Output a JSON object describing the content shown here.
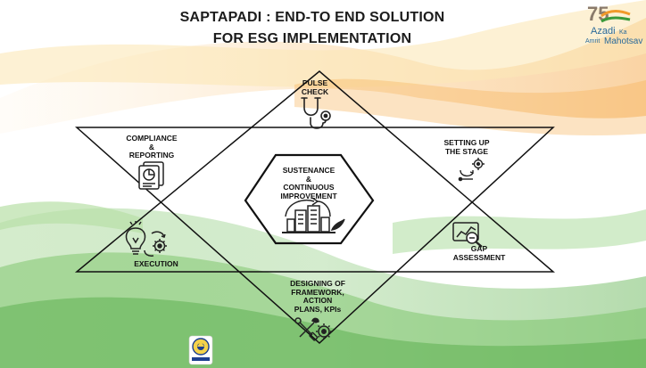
{
  "title": {
    "line1": "SAPTAPADI : END-TO END SOLUTION",
    "line2": "FOR ESG IMPLEMENTATION"
  },
  "logo": {
    "number": "75",
    "line1": "Azadi",
    "ka": "Ka",
    "line2a": "Amrit",
    "line2b": "Mahotsav"
  },
  "nodes": {
    "pulse_check": [
      "PULSE",
      "CHECK"
    ],
    "compliance": [
      "COMPLIANCE",
      "&",
      "REPORTING"
    ],
    "setting_up": [
      "SETTING UP",
      "THE STAGE"
    ],
    "center": [
      "SUSTENANCE",
      "&",
      "CONTINUOUS",
      "IMPROVEMENT"
    ],
    "execution": "EXECUTION",
    "gap": [
      "GAP",
      "ASSESSMENT"
    ],
    "designing": [
      "DESIGNING OF",
      "FRAMEWORK,",
      "ACTION",
      "PLANS, KPIs"
    ]
  },
  "icons": {
    "pulse_check": "stethoscope-icon",
    "compliance": "report-document-icon",
    "setting_up": "gear-arrows-icon",
    "center": "sustainable-building-icon",
    "execution": "lightbulb-gears-icon",
    "gap": "magnifier-analysis-icon",
    "designing": "tools-gear-icon",
    "footer": "institute-emblem-icon"
  },
  "colors": {
    "orange": "#f4a640",
    "green": "#58b84a",
    "line": "#111111",
    "title": "#1c1c1c"
  }
}
